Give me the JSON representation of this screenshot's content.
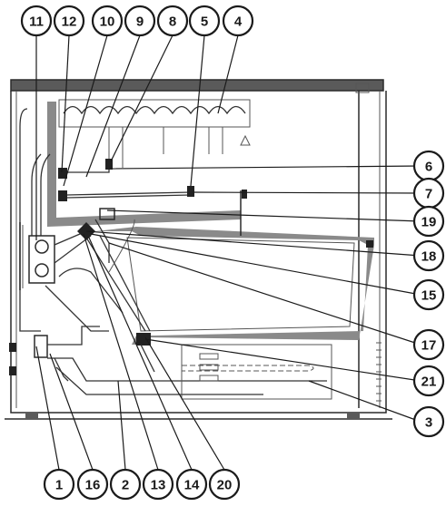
{
  "diagram": {
    "callouts_top": [
      "11",
      "12",
      "10",
      "9",
      "8",
      "5",
      "4"
    ],
    "callouts_right": [
      "6",
      "7",
      "19",
      "18",
      "15",
      "17",
      "21",
      "3"
    ],
    "callouts_bottom": [
      "1",
      "16",
      "2",
      "13",
      "14",
      "20"
    ]
  },
  "colors": {
    "insulation": "#8a8a8a",
    "line": "#2a2a2a",
    "background": "#ffffff"
  }
}
